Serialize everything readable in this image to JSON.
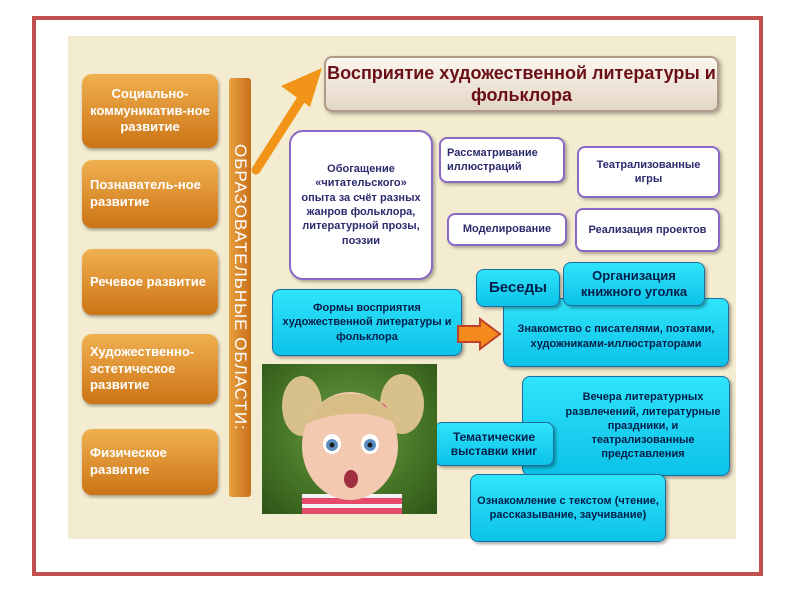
{
  "areas_label": "ОБРАЗОВАТЕЛЬНЫЕ ОБЛАСТИ:",
  "areas": [
    "Социально-коммуникатив-ное развитие",
    "Познаватель-ное развитие",
    "Речевое развитие",
    "Художественно-эстетическое развитие",
    "Физическое развитие"
  ],
  "title": "Восприятие художественной литературы и фольклора",
  "enrichment": "Обогащение «читательского» опыта за счёт разных жанров фольклора, литературной прозы, поэзии",
  "activities": {
    "illustrations": "Рассматривание иллюстраций",
    "theatrical": "Театрализованные игры",
    "modeling": "Моделирование",
    "projects": "Реализация проектов"
  },
  "forms": "Формы восприятия художественной литературы и фольклора",
  "conversations": "Беседы",
  "book_corner": "Организация книжного уголка",
  "writers": "Знакомство с писателями, поэтами, художниками-иллюстраторами",
  "evenings": "Вечера литературных развлечений, литературные праздники, и театрализованные представления",
  "exhibitions": "Тематические выставки книг",
  "text_acquaintance": "Ознакомление с текстом (чтение, рассказывание, заучивание)",
  "colors": {
    "frame": "#c0504d",
    "background": "#f4ecd0",
    "orange": "#e29533",
    "cyan": "#1dd6f2",
    "title_text": "#6b0f17"
  }
}
